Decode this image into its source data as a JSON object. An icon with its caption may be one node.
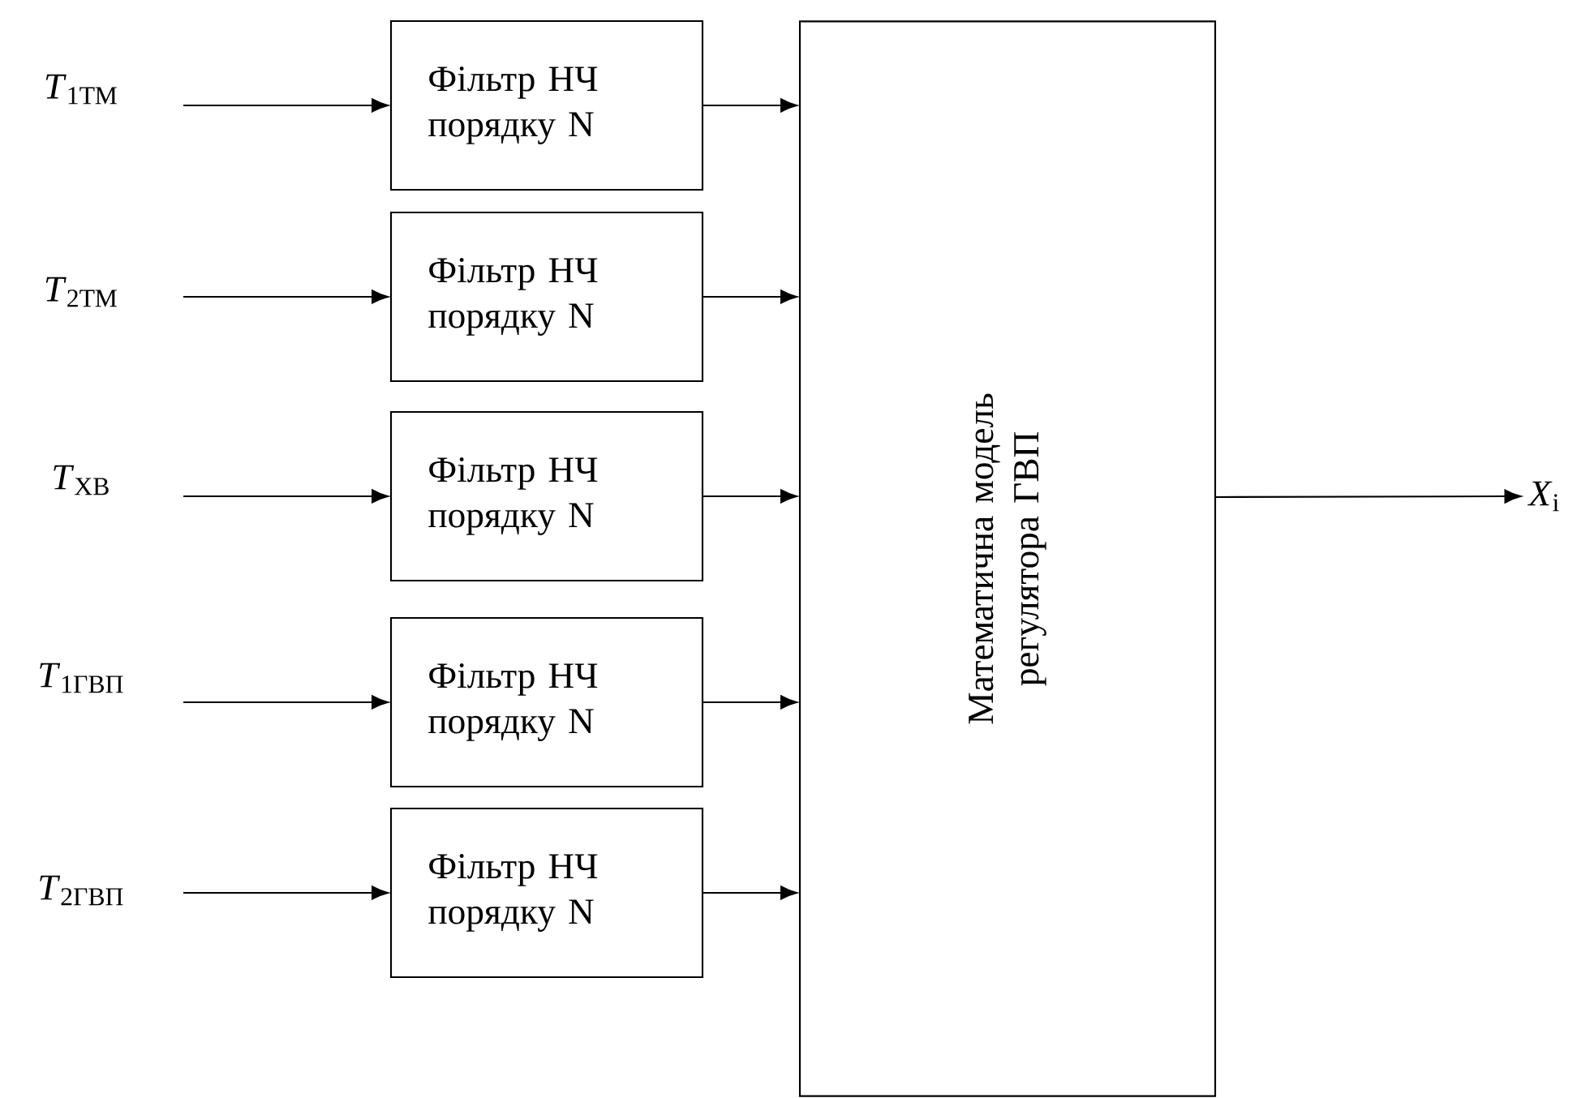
{
  "diagram": {
    "nodes": [
      {
        "text": [
          "*T*$_{1ТМ}$"
        ]
      },
      {
        "text": [
          "Фільтр НЧ порядку N"
        ]
      },
      {
        "text": [
          "*T*$_{2ТМ}$"
        ]
      },
      {
        "text": [
          "Фільтр НЧ порядку N"
        ]
      },
      {
        "text": [
          "*T*$_{ХВ}$"
        ]
      },
      {
        "text": [
          "Фільтр НЧ порядку N"
        ]
      },
      {
        "text": [
          "*T*$_{1ГВП}$"
        ]
      },
      {
        "text": [
          "Фільтр НЧ порядку N"
        ]
      },
      {
        "text": [
          "*T*$_{2ГВП}$"
        ]
      },
      {
        "text": [
          "Фільтр НЧ порядку N"
        ]
      },
      {
        "text": [
          "Математична модель регулятора ГВП"
        ]
      },
      {
        "text": [
          "*X*$_{i}$"
        ]
      }
    ],
    "edges": [
      {
        "from": 0,
        "to": 1,
        "arrow": "to"
      },
      {
        "from": 1,
        "to": 10,
        "arrow": "to"
      },
      {
        "from": 2,
        "to": 3,
        "arrow": "to"
      },
      {
        "from": 3,
        "to": 10,
        "arrow": "to"
      },
      {
        "from": 4,
        "to": 5,
        "arrow": "to"
      },
      {
        "from": 5,
        "to": 10,
        "arrow": "to"
      },
      {
        "from": 6,
        "to": 7,
        "arrow": "to"
      },
      {
        "from": 7,
        "to": 10,
        "arrow": "to"
      },
      {
        "from": 8,
        "to": 9,
        "arrow": "to"
      },
      {
        "from": 9,
        "to": 10,
        "arrow": "to"
      },
      {
        "from": 10,
        "to": 11,
        "arrow": "to"
      }
    ]
  }
}
